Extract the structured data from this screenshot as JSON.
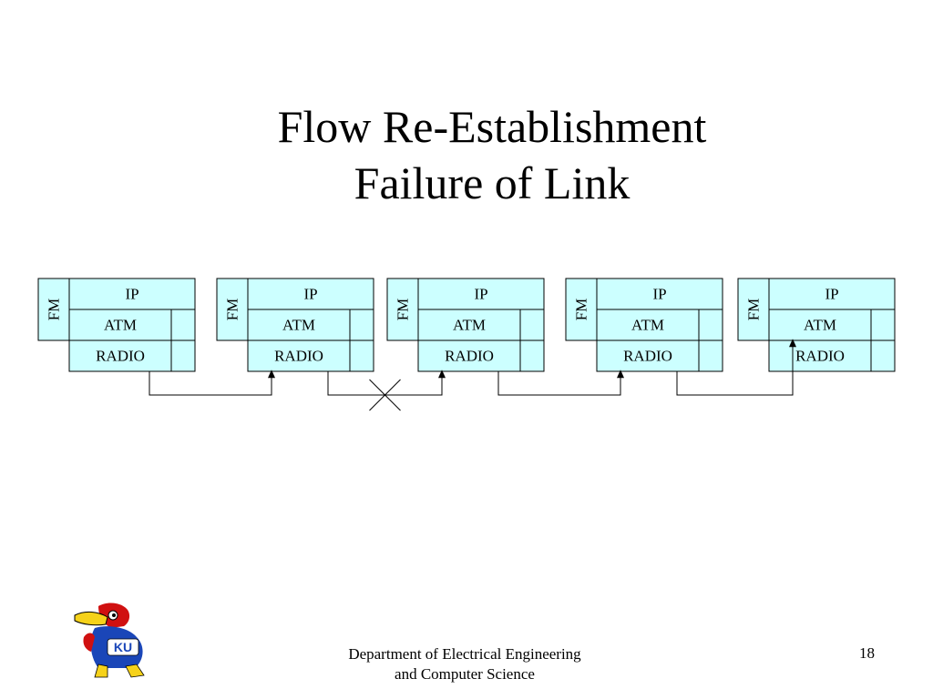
{
  "slide": {
    "title_line1": "Flow Re-Establishment",
    "title_line2": "Failure of Link",
    "footer_line1": "Department of Electrical Engineering",
    "footer_line2": "and Computer Science",
    "page_number": "18",
    "logo_text": "KU"
  },
  "diagram": {
    "stacks": [
      {
        "fm": "FM",
        "layers": [
          "IP",
          "ATM",
          "RADIO"
        ]
      },
      {
        "fm": "FM",
        "layers": [
          "IP",
          "ATM",
          "RADIO"
        ]
      },
      {
        "fm": "FM",
        "layers": [
          "IP",
          "ATM",
          "RADIO"
        ]
      },
      {
        "fm": "FM",
        "layers": [
          "IP",
          "ATM",
          "RADIO"
        ]
      },
      {
        "fm": "FM",
        "layers": [
          "IP",
          "ATM",
          "RADIO"
        ]
      }
    ],
    "links": [
      {
        "from": 0,
        "to": 1,
        "arrow_layer": "RADIO",
        "failed": false
      },
      {
        "from": 1,
        "to": 2,
        "arrow_layer": "RADIO",
        "failed": true
      },
      {
        "from": 2,
        "to": 3,
        "arrow_layer": "RADIO",
        "failed": false
      },
      {
        "from": 3,
        "to": 4,
        "arrow_layer": "ATM",
        "failed": false
      }
    ],
    "fill_color": "#ccffff",
    "line_color": "#000000"
  }
}
